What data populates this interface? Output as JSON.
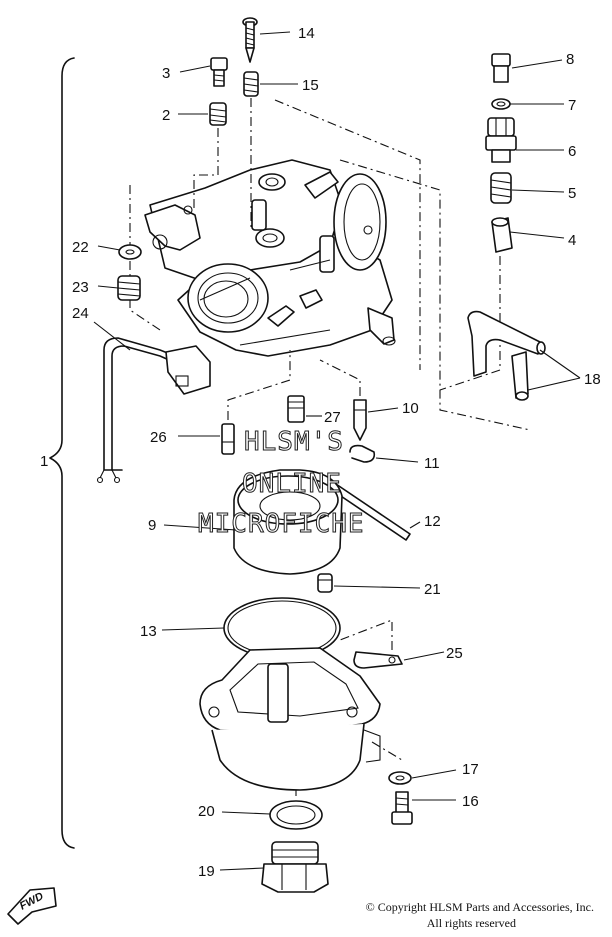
{
  "callouts": {
    "n1": "1",
    "n2": "2",
    "n3": "3",
    "n4": "4",
    "n5": "5",
    "n6": "6",
    "n7": "7",
    "n8": "8",
    "n9": "9",
    "n10": "10",
    "n11": "11",
    "n12": "12",
    "n13": "13",
    "n14": "14",
    "n15": "15",
    "n16": "16",
    "n17": "17",
    "n18": "18",
    "n19": "19",
    "n20": "20",
    "n21": "21",
    "n22": "22",
    "n23": "23",
    "n24": "24",
    "n25": "25",
    "n26": "26",
    "n27": "27"
  },
  "watermark": {
    "line1": "HLSM'S",
    "line2": "ONLINE",
    "line3": "MICROFICHE"
  },
  "fwd_label": "FWD",
  "copyright": {
    "line1": "© Copyright HLSM Parts and Accessories, Inc.",
    "line2": "All rights reserved"
  }
}
